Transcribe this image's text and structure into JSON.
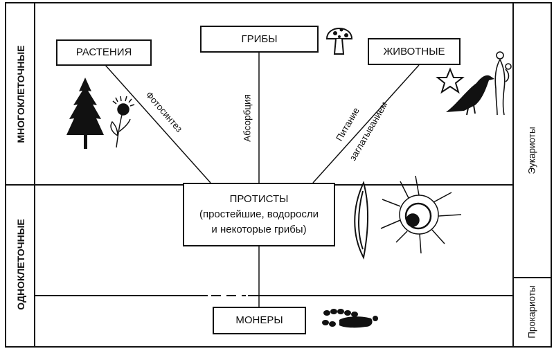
{
  "kingdoms": {
    "plants": "РАСТЕНИЯ",
    "fungi": "ГРИБЫ",
    "animals": "ЖИВОТНЫЕ",
    "protists": [
      "ПРОТИСТЫ",
      "(простейшие, водоросли",
      "и некоторые грибы)"
    ],
    "monera": "МОНЕРЫ"
  },
  "nutrition": {
    "photosynthesis": "Фотосинтез",
    "absorption": "Абсорбция",
    "engulfing": [
      "Питание",
      "заглатыванием"
    ]
  },
  "levels": {
    "multicellular": "МНОГОКЛЕТОЧНЫЕ",
    "unicellular": "ОДНОКЛЕТОЧНЫЕ"
  },
  "domains": {
    "eukaryotes": "Эукариоты",
    "prokaryotes": "Прокариоты"
  },
  "icons": [
    "fir-tree-icon",
    "flower-icon",
    "mushroom-icon",
    "starfish-icon",
    "crow-icon",
    "human-figure-icon",
    "diatom-icon",
    "radiolarian-icon",
    "bacteria-chain-icon"
  ],
  "colors": {
    "ink": "#111111",
    "background": "#ffffff"
  }
}
